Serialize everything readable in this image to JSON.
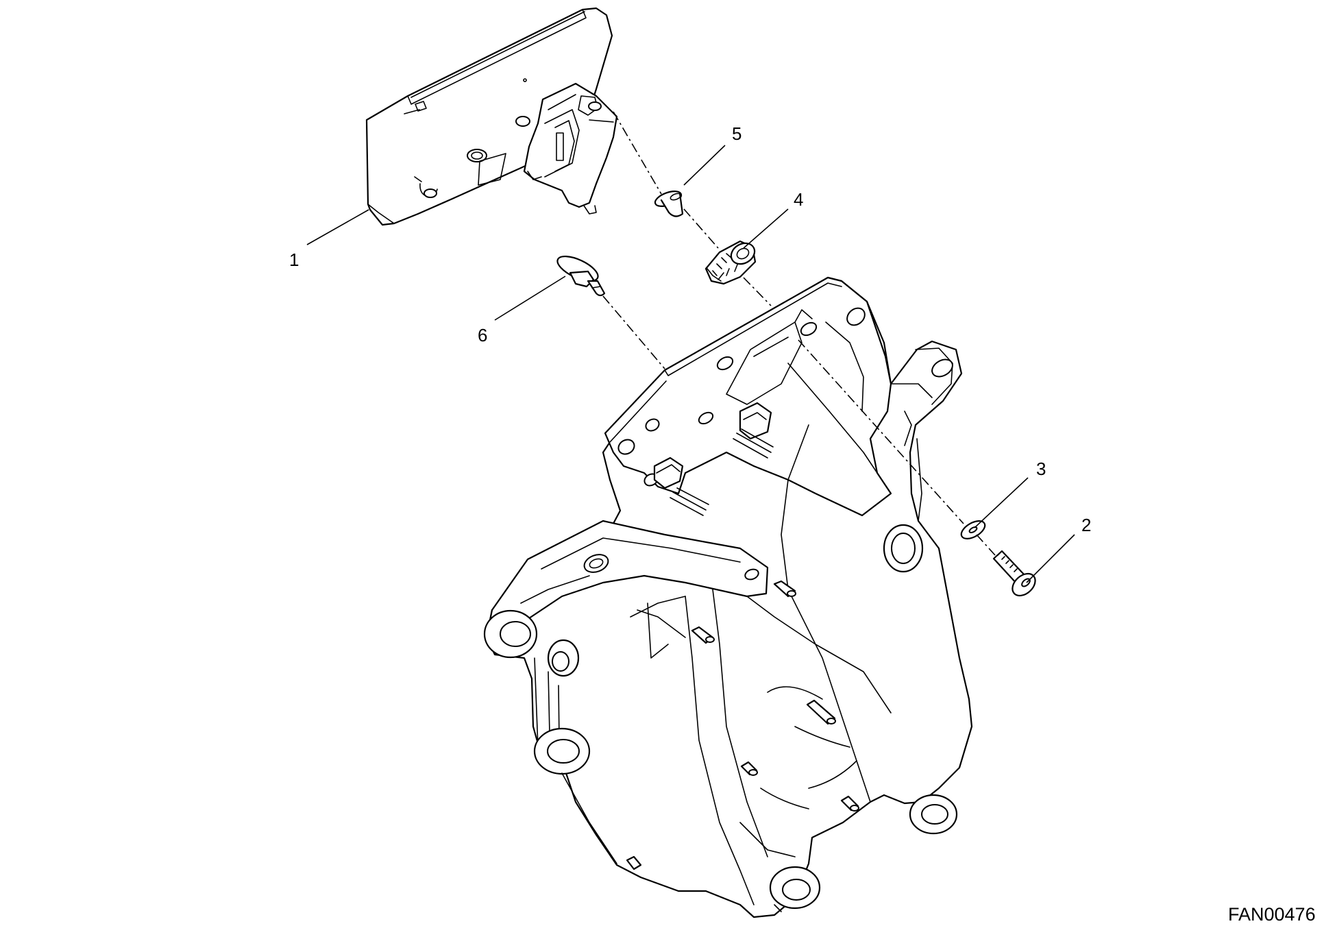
{
  "diagram": {
    "drawing_code": "FAN00476",
    "callouts": [
      {
        "id": "callout-1",
        "label": "1"
      },
      {
        "id": "callout-2",
        "label": "2"
      },
      {
        "id": "callout-3",
        "label": "3"
      },
      {
        "id": "callout-4",
        "label": "4"
      },
      {
        "id": "callout-5",
        "label": "5"
      },
      {
        "id": "callout-6",
        "label": "6"
      }
    ]
  }
}
